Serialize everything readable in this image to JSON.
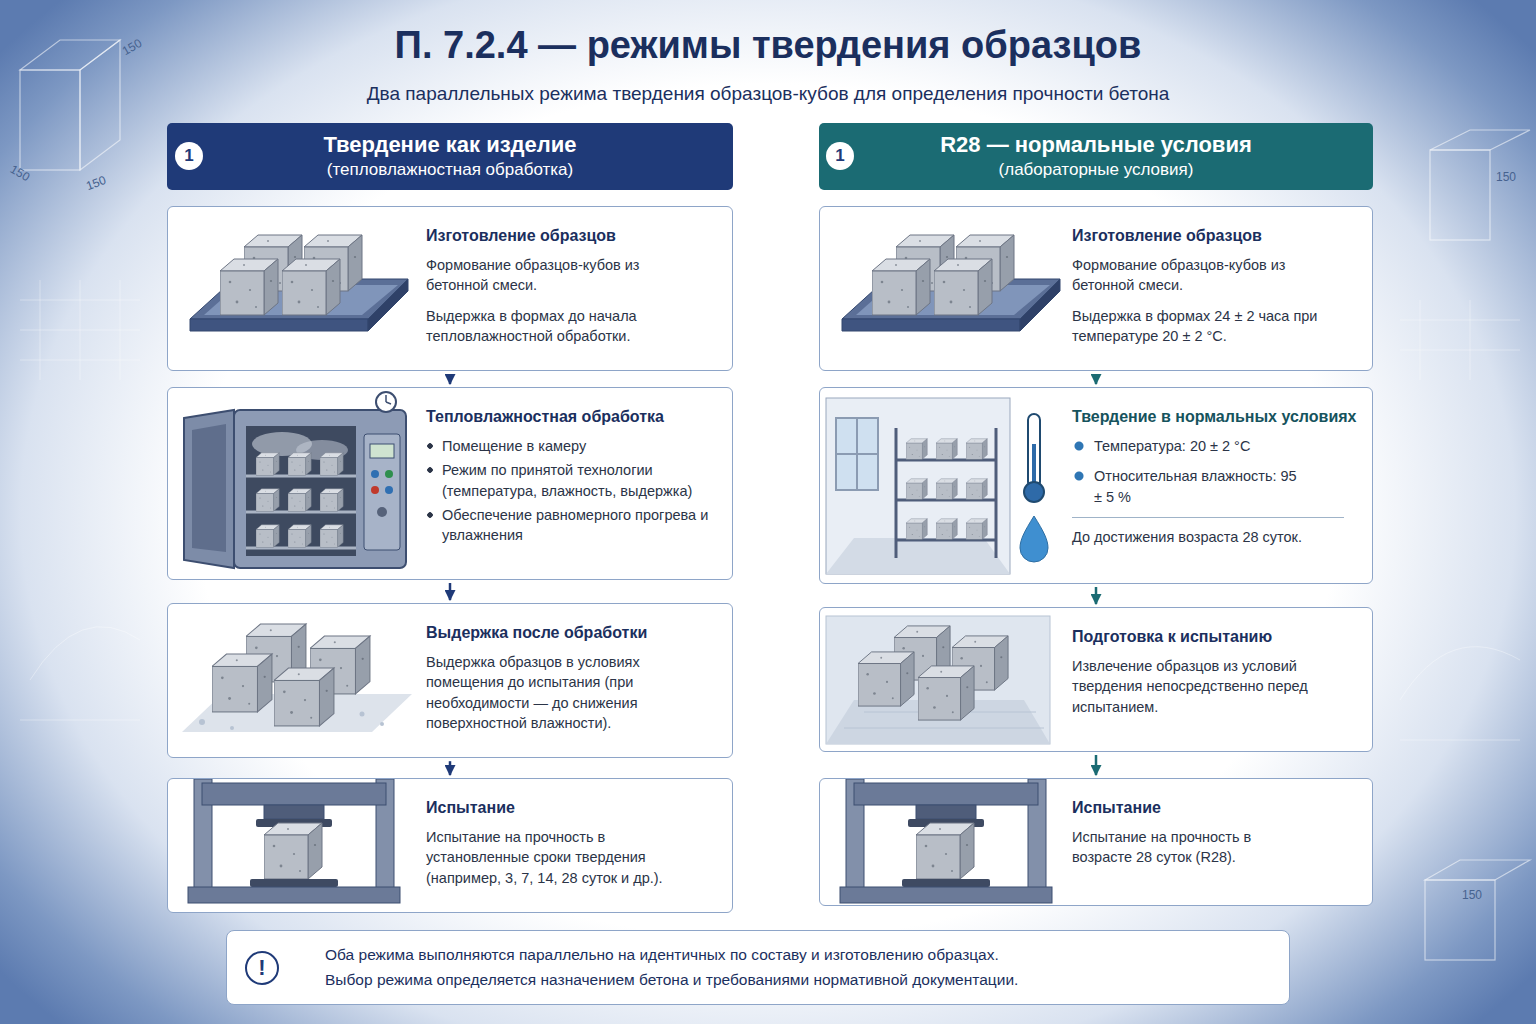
{
  "diagram": {
    "title": "П. 7.2.4 — режимы твердения образцов",
    "nodes": [
      {
        "text": [
          "Твердение как изделие",
          "(тепловлажностная обработка)"
        ]
      },
      {
        "text": [
          "1"
        ],
        "in": 0
      },
      {
        "text": [
          "Изготовление образцов",
          "Формование образцов-кубов из бетонной смеси.",
          "Выдержка в формах до начала тепловлажностной обработки."
        ]
      },
      {
        "text": [
          "Тепловлажностная обработка",
          "Помещение в камеру",
          "Режим по принятой технологии (температура, влажность, выдержка)",
          "Обеспечение равномерного прогрева и увлажнения"
        ]
      },
      {
        "text": [
          "Выдержка после обработки",
          "Выдержка образцов в условиях помещения до испытания (при необходимости — до снижения поверхностной влажности)."
        ]
      },
      {
        "text": [
          "Испытание",
          "Испытание на прочность в установленные сроки твердения (например, 3, 7, 14, 28 суток и др.)."
        ]
      },
      {
        "text": [
          "R28 — нормальные условия",
          "(лабораторные условия)"
        ]
      },
      {
        "text": [
          "1"
        ],
        "in": 6
      },
      {
        "text": [
          "Изготовление образцов",
          "Формование образцов-кубов из бетонной смеси.",
          "Выдержка в формах 24 ± 2 часа при температуре 20 ± 2 °C."
        ]
      },
      {
        "text": [
          "Твердение в нормальных условиях",
          "Температура: 20 ± 2 °C",
          "Относительная влажность: 95 ± 5 %",
          "До достижения возраста 28 суток."
        ]
      },
      {
        "text": [
          "Подготовка к испытанию",
          "Извлечение образцов из условий твердения непосредственно перед испытанием."
        ]
      },
      {
        "text": [
          "Испытание",
          "Испытание на прочность в возрасте 28 суток (R28)."
        ]
      },
      {
        "text": [
          "Оба режима выполняются параллельно на идентичных по составу и изготовлению образцах.",
          "Выбор режима определяется назначением бетона и требованиями нормативной документации."
        ]
      }
    ],
    "edges": [
      {
        "from": 2,
        "to": 3,
        "arrow": "to"
      },
      {
        "from": 3,
        "to": 4,
        "arrow": "to"
      },
      {
        "from": 4,
        "to": 5,
        "arrow": "to"
      },
      {
        "from": 8,
        "to": 9,
        "arrow": "to"
      },
      {
        "from": 9,
        "to": 10,
        "arrow": "to"
      },
      {
        "from": 10,
        "to": 11,
        "arrow": "to"
      }
    ],
    "labels": [
      "Два параллельных режима твердения образцов-кубов для определения прочности бетона",
      "!",
      "150",
      "150",
      "150",
      "150",
      "150"
    ]
  }
}
